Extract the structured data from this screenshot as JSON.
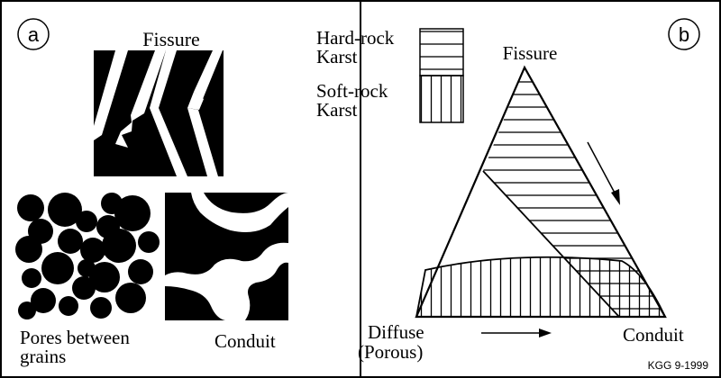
{
  "panel_a": {
    "badge": "a",
    "fissure_label": "Fissure",
    "pores_label_line1": "Pores between",
    "pores_label_line2": "grains",
    "conduit_label": "Conduit"
  },
  "panel_b": {
    "badge": "b",
    "legend": {
      "hard_line1": "Hard-rock",
      "hard_line2": "Karst",
      "soft_line1": "Soft-rock",
      "soft_line2": "Karst"
    },
    "apex_top": "Fissure",
    "apex_left_line1": "Diffuse",
    "apex_left_line2": "(Porous)",
    "apex_right": "Conduit"
  },
  "credit": "KGG 9-1999",
  "colors": {
    "ink": "#000000",
    "paper": "#ffffff"
  }
}
